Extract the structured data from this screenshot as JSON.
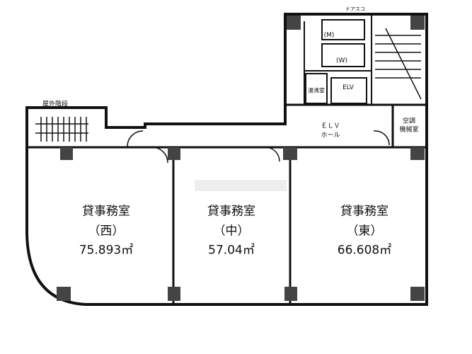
{
  "rooms": [
    {
      "name": "貸事務室",
      "wing": "（西）",
      "area": "75.893㎡"
    },
    {
      "name": "貸事務室",
      "wing": "（中）",
      "area": "57.04㎡"
    },
    {
      "name": "貸事務室",
      "wing": "（東）",
      "area": "66.608㎡"
    }
  ],
  "labels": {
    "outdoor_stairs": "屋外階段",
    "elv_hall_1": "ＥＬＶ",
    "elv_hall_2": "ホール",
    "hvac_1": "空調",
    "hvac_2": "機械室",
    "elevator": "ELV",
    "kitchenette": "湯沸室",
    "toilet_m": "(M)",
    "toilet_w": "(W)",
    "top_note": "ドアスコ"
  }
}
